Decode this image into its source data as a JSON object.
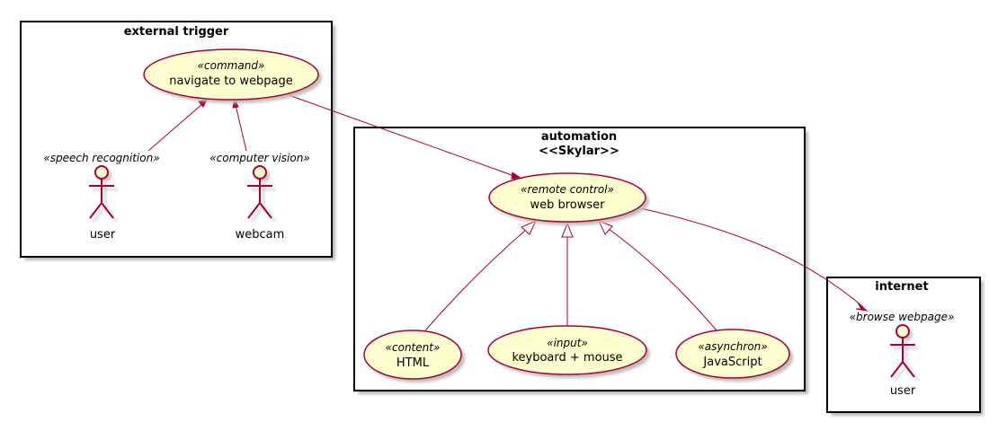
{
  "packages": {
    "external_trigger": {
      "title": "external trigger"
    },
    "automation": {
      "title_line1": "automation",
      "title_line2": "<<Skylar>>"
    },
    "internet": {
      "title": "internet"
    }
  },
  "usecases": {
    "navigate": {
      "stereotype": "«command»",
      "label": "navigate to webpage"
    },
    "browser": {
      "stereotype": "«remote control»",
      "label": "web browser"
    },
    "html": {
      "stereotype": "«content»",
      "label": "HTML"
    },
    "input": {
      "stereotype": "«input»",
      "label": "keyboard + mouse"
    },
    "js": {
      "stereotype": "«asynchron»",
      "label": "JavaScript"
    }
  },
  "actors": {
    "speech_user": {
      "stereotype": "«speech recognition»",
      "label": "user"
    },
    "webcam": {
      "stereotype": "«computer vision»",
      "label": "webcam"
    },
    "internet_user": {
      "stereotype": "«browse webpage»",
      "label": "user"
    }
  },
  "colors": {
    "accent": "#a80036",
    "usecase_fill": "#fefece",
    "border": "#000000"
  }
}
